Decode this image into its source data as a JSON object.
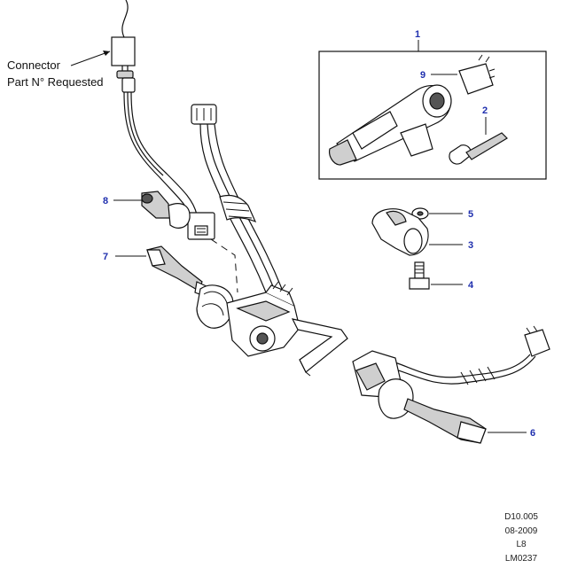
{
  "connector_note": {
    "line1": "Connector",
    "line2": "Part N° Requested"
  },
  "callouts": {
    "c1": "1",
    "c2": "2",
    "c3": "3",
    "c4": "4",
    "c5": "5",
    "c6": "6",
    "c7": "7",
    "c8": "8",
    "c9": "9"
  },
  "drawing_code": {
    "line1": "D10.005",
    "line2": "08-2009",
    "line3": "L8",
    "line4": "LM0237"
  },
  "colors": {
    "callout": "#1f2fae",
    "line": "#111111",
    "background": "#ffffff"
  }
}
